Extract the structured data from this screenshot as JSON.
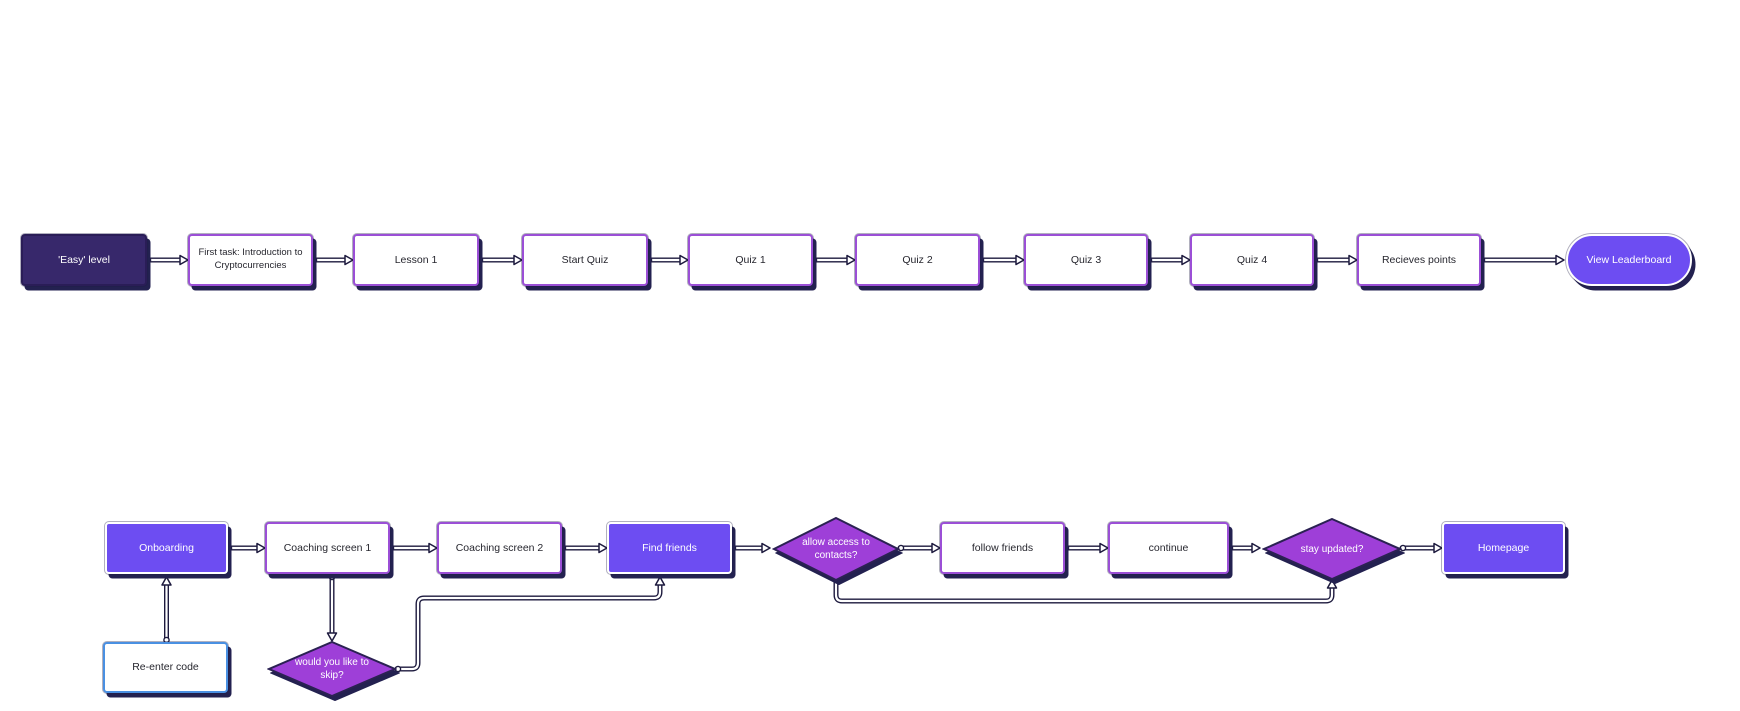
{
  "colors": {
    "purple_node_fill": "#6d4df2",
    "dark_node_fill": "#37286b",
    "diamond_fill": "#9e3fd8",
    "white_node_border": "#9b4fd6",
    "blue_node_border": "#4a90e2",
    "shadow": "#232150",
    "connector_casing": "#1d1a3e",
    "connector_line": "#ffffff",
    "text_dark": "#26262e",
    "text_light": "#ffffff"
  },
  "flow_top": {
    "easy_level": {
      "label": "'Easy' level"
    },
    "first_task": {
      "label": "First task: Introduction to Cryptocurrencies"
    },
    "lesson_1": {
      "label": "Lesson 1"
    },
    "start_quiz": {
      "label": "Start Quiz"
    },
    "quiz_1": {
      "label": "Quiz 1"
    },
    "quiz_2": {
      "label": "Quiz 2"
    },
    "quiz_3": {
      "label": "Quiz 3"
    },
    "quiz_4": {
      "label": "Quiz 4"
    },
    "recieves_points": {
      "label": "Recieves points"
    },
    "view_leaderboard": {
      "label": "View Leaderboard"
    }
  },
  "flow_bottom": {
    "onboarding": {
      "label": "Onboarding"
    },
    "coaching_screen_1": {
      "label": "Coaching screen 1"
    },
    "coaching_screen_2": {
      "label": "Coaching screen 2"
    },
    "find_friends": {
      "label": "Find friends"
    },
    "allow_access": {
      "label": "allow access to contacts?"
    },
    "follow_friends": {
      "label": "follow friends"
    },
    "continue": {
      "label": "continue"
    },
    "stay_updated": {
      "label": "stay updated?"
    },
    "homepage": {
      "label": "Homepage"
    }
  },
  "flow_extra": {
    "re_enter_code": {
      "label": "Re-enter code"
    },
    "skip": {
      "label": "would you like to skip?"
    }
  }
}
